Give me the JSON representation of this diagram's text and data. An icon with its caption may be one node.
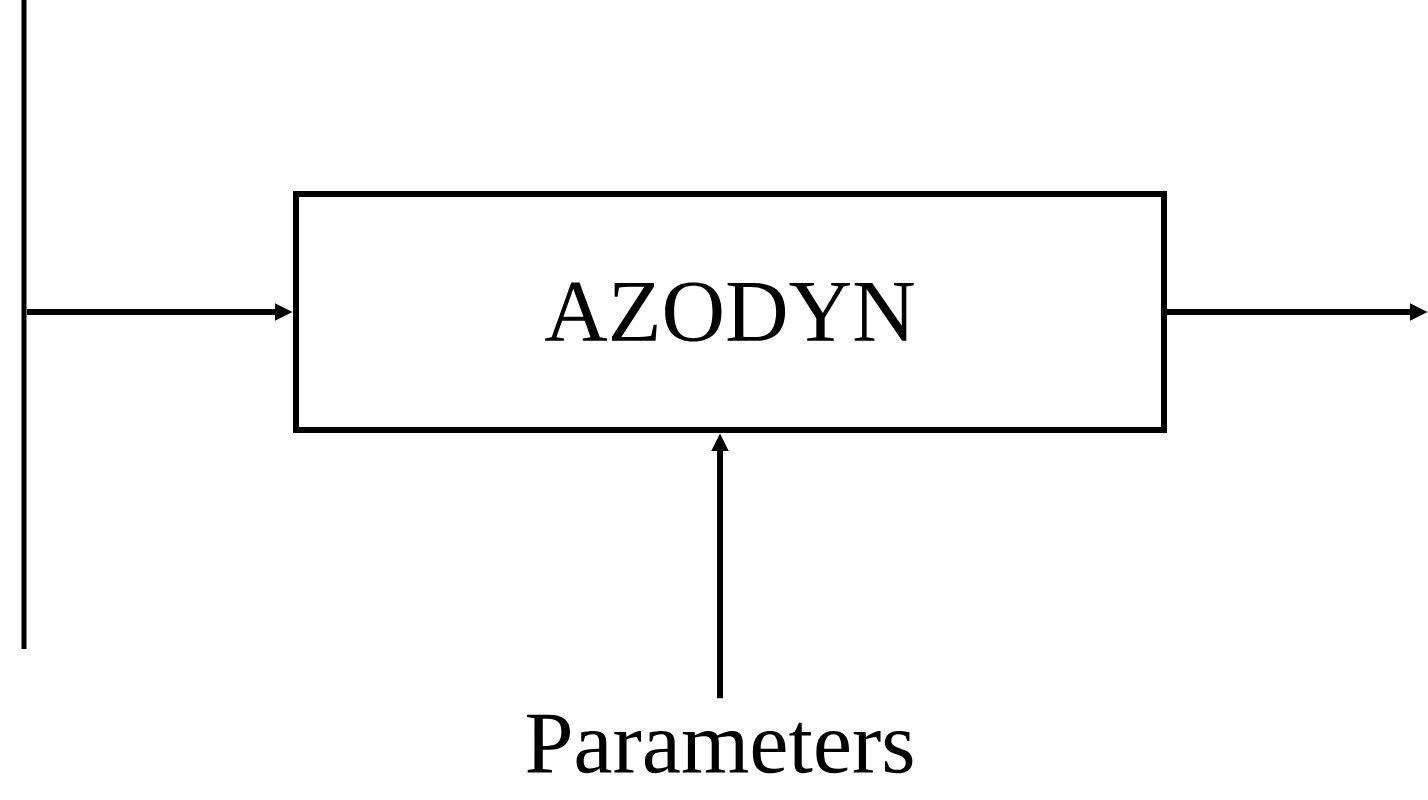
{
  "diagram": {
    "nodes": [
      {
        "text": [],
        "shape": "bar"
      },
      {
        "text": [
          "AZODYN"
        ]
      },
      {
        "text": [
          "Parameters"
        ]
      }
    ],
    "edges": [
      {
        "from": 0,
        "to": 1,
        "arrow": "to"
      },
      {
        "from": 1,
        "to": null,
        "arrow": "to"
      },
      {
        "from": 2,
        "to": 1,
        "arrow": "to"
      }
    ]
  }
}
